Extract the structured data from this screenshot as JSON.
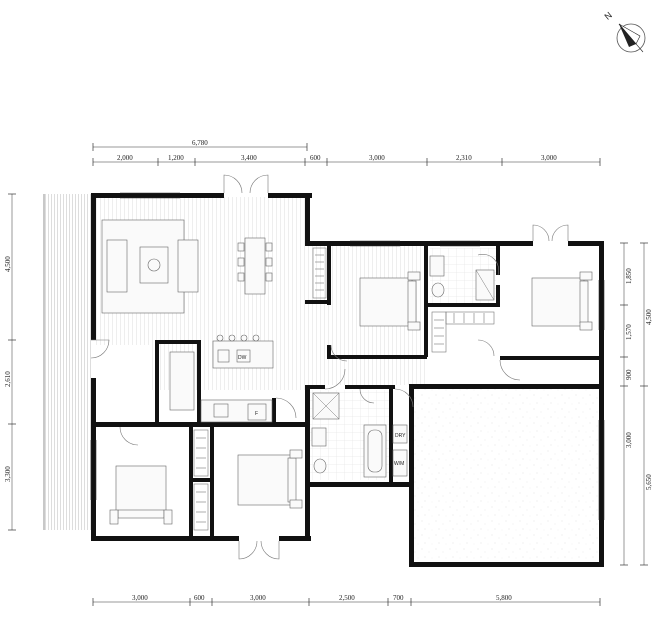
{
  "compass": {
    "label": "N",
    "icon": "north-arrow-icon"
  },
  "dimensions": {
    "top_overall": "6,780",
    "top_row": [
      "2,000",
      "1,200",
      "3,400",
      "600",
      "3,000",
      "2,310",
      "3,000"
    ],
    "bottom_row": [
      "3,000",
      "600",
      "3,000",
      "2,500",
      "700",
      "5,800"
    ],
    "left": [
      "4,500",
      "2,610",
      "3,300"
    ],
    "right_inner": [
      "1,850",
      "1,570",
      "900",
      "3,000"
    ],
    "right_outer": [
      "4,500",
      "5,650"
    ]
  },
  "fixtures": {
    "dishwasher": "DW",
    "fridge": "F",
    "washer": "W/M",
    "dryer": "DRY"
  },
  "colors": {
    "wall": "#111111",
    "line": "#777777",
    "background": "#ffffff"
  }
}
